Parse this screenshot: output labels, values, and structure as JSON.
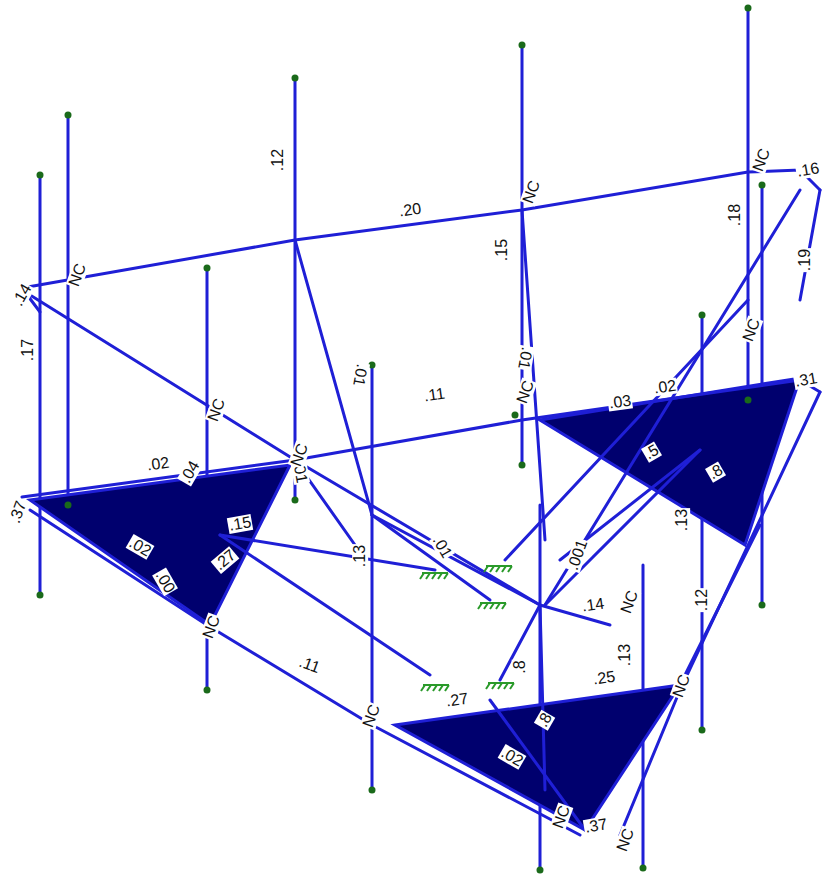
{
  "diagram": {
    "labels": [
      ".14",
      "NC",
      ".17",
      ".12",
      ".20",
      "NC",
      ".15",
      ".18",
      "NC",
      ".16",
      ".19",
      "NC",
      ".01",
      "NC",
      ".11",
      ".02",
      ".03",
      ".5",
      ".8",
      ".01",
      ".01",
      "NC",
      "NC",
      ".02",
      ".04",
      ".37",
      ".02",
      ".15",
      ".27",
      ".00",
      ".13",
      ".01",
      ".001",
      ".13",
      ".14",
      "NC",
      ".12",
      "NC",
      ".11",
      "NC",
      ".27",
      ".8",
      ".25",
      ".13",
      "NC",
      ".02",
      ".8",
      "NC",
      ".37",
      "NC",
      ".31"
    ]
  }
}
